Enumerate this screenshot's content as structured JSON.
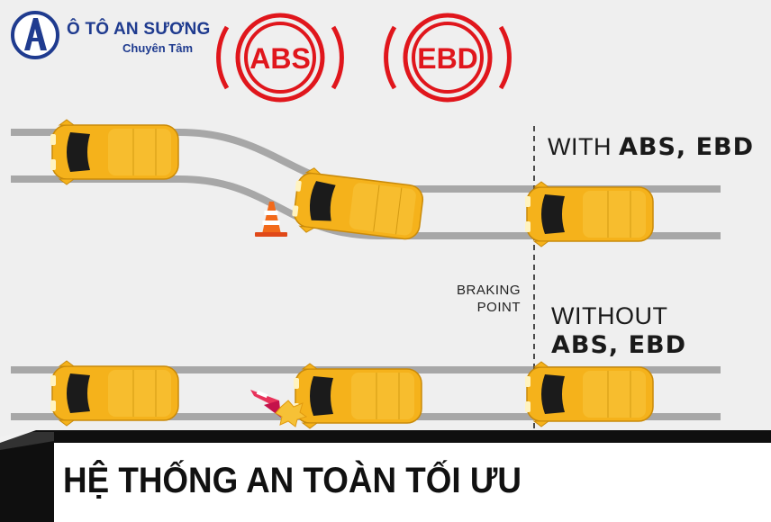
{
  "brand": {
    "title": "Ô TÔ AN SƯƠNG",
    "subtitle": "Chuyên Tâm",
    "logo_icon": "letter-a-road-logo-icon"
  },
  "badges": [
    {
      "text": "ABS",
      "color": "#e0161c"
    },
    {
      "text": "EBD",
      "color": "#e0161c"
    }
  ],
  "labels": {
    "with_prefix": "WITH ",
    "with_systems": "ABS, EBD",
    "without_prefix": "WITHOUT",
    "without_systems": "ABS, EBD",
    "braking_line1": "BRAKING",
    "braking_line2": "POINT"
  },
  "footer": {
    "title": "HỆ THỐNG AN TOÀN TỐI ƯU"
  },
  "colors": {
    "car_body": "#f5b21b",
    "road": "#a7a7a7",
    "accent_red": "#e0161c",
    "brand_blue": "#1f3b8f"
  }
}
